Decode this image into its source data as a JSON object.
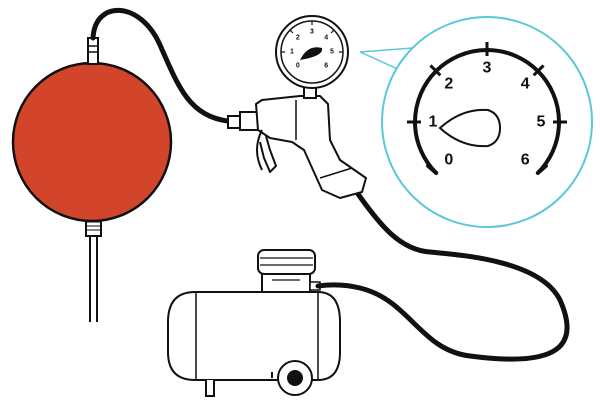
{
  "gauge": {
    "scale_min": "0",
    "scale_max": "6",
    "labels": [
      "0",
      "1",
      "2",
      "3",
      "4",
      "5",
      "6"
    ],
    "reading": 1
  },
  "colors": {
    "ball": "#d2452b",
    "magnifier_ring": "#5bc8d8",
    "outline": "#111111"
  },
  "icons": {
    "ball": "red-ball-icon",
    "pump": "air-compressor-icon",
    "gun": "inflator-gun-icon",
    "gauge": "pressure-gauge-icon"
  }
}
